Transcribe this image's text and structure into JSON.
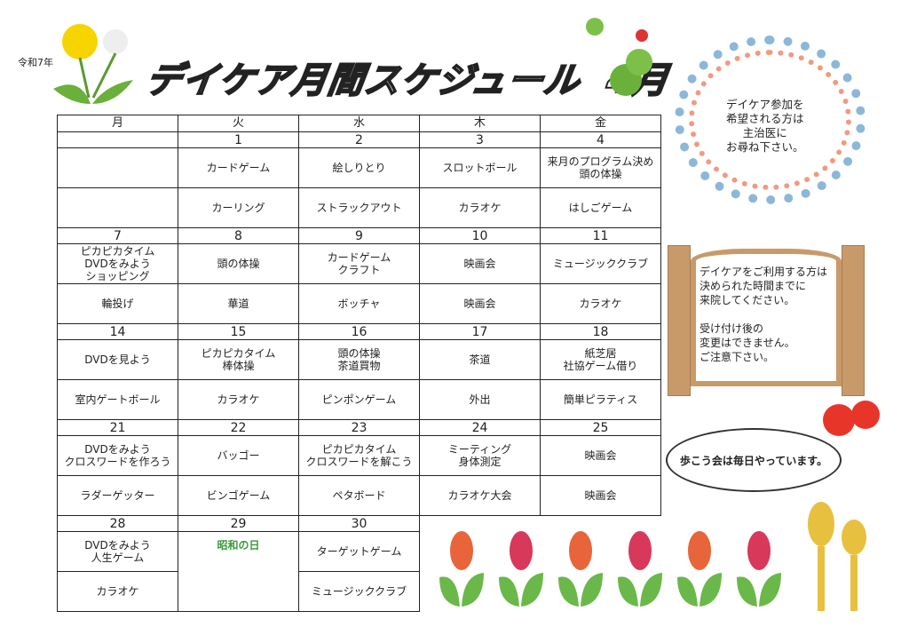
{
  "header": {
    "era": "令和7年",
    "title": "デイケア月間スケジュール",
    "month": "4月"
  },
  "schedule": {
    "days": [
      "月",
      "火",
      "水",
      "木",
      "金"
    ],
    "weeks": [
      {
        "dates": [
          "",
          "1",
          "2",
          "3",
          "4"
        ],
        "am": [
          "",
          "カードゲーム",
          "絵しりとり",
          "スロットボール",
          "来月のプログラム決め\n頭の体操"
        ],
        "pm": [
          "",
          "カーリング",
          "ストラックアウト",
          "カラオケ",
          "はしごゲーム"
        ]
      },
      {
        "dates": [
          "7",
          "8",
          "9",
          "10",
          "11"
        ],
        "am": [
          "ピカピカタイム\nDVDをみよう\nショッピング",
          "頭の体操",
          "カードゲーム\nクラフト",
          "映画会",
          "ミュージッククラブ"
        ],
        "pm": [
          "輪投げ",
          "華道",
          "ボッチャ",
          "映画会",
          "カラオケ"
        ]
      },
      {
        "dates": [
          "14",
          "15",
          "16",
          "17",
          "18"
        ],
        "am": [
          "DVDを見よう",
          "ピカピカタイム\n棒体操",
          "頭の体操\n茶道買物",
          "茶道",
          "紙芝居\n社協ゲーム借り"
        ],
        "pm": [
          "室内ゲートボール",
          "カラオケ",
          "ピンポンゲーム",
          "外出",
          "簡単ピラティス"
        ]
      },
      {
        "dates": [
          "21",
          "22",
          "23",
          "24",
          "25"
        ],
        "am": [
          "DVDをみよう\nクロスワードを作ろう",
          "バッゴー",
          "ピカピカタイム\nクロスワードを解こう",
          "ミーティング\n身体測定",
          "映画会"
        ],
        "pm": [
          "ラダーゲッター",
          "ビンゴゲーム",
          "ペタボード",
          "カラオケ大会",
          "映画会"
        ]
      },
      {
        "dates": [
          "28",
          "29",
          "30"
        ],
        "am": [
          "DVDをみよう\n人生ゲーム",
          "昭和の日",
          "ターゲットゲーム"
        ],
        "pm": [
          "カラオケ",
          "",
          "ミュージッククラブ"
        ]
      }
    ]
  },
  "notes": {
    "consult": "デイケア参加を\n希望される方は\n主治医に\nお尋ね下さい。",
    "arrival": "デイケアをご利用する方は\n決められた時間までに\n来院してください。\n\n受け付け後の\n変更はできません。\nご注意下さい。",
    "walking": "歩こう会は毎日やっています。"
  }
}
